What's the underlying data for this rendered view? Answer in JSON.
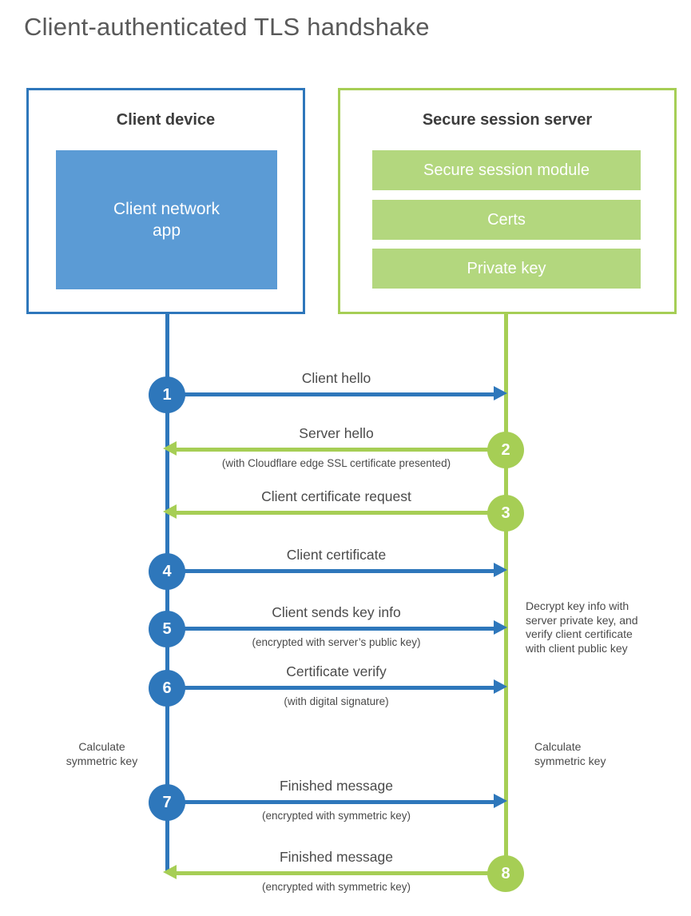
{
  "title": "Client-authenticated TLS handshake",
  "colors": {
    "client_accent": "#2e77bb",
    "client_fill": "#5b9bd5",
    "server_accent": "#a6ce55",
    "server_fill": "#b3d77e",
    "text_dark": "#3d3d3d",
    "text_label": "#4a4a4a"
  },
  "client": {
    "title": "Client device",
    "app_label": "Client network app"
  },
  "server": {
    "title": "Secure session server",
    "modules": [
      "Secure session module",
      "Certs",
      "Private key"
    ]
  },
  "messages": [
    {
      "step": "1",
      "label": "Client hello",
      "sublabel": "",
      "direction": "client-to-server",
      "color": "blue"
    },
    {
      "step": "2",
      "label": "Server hello",
      "sublabel": "(with Cloudflare edge SSL certificate presented)",
      "direction": "server-to-client",
      "color": "green"
    },
    {
      "step": "3",
      "label": "Client certificate request",
      "sublabel": "",
      "direction": "server-to-client",
      "color": "green"
    },
    {
      "step": "4",
      "label": "Client certificate",
      "sublabel": "",
      "direction": "client-to-server",
      "color": "blue"
    },
    {
      "step": "5",
      "label": "Client sends key info",
      "sublabel": "(encrypted with server’s public key)",
      "direction": "client-to-server",
      "color": "blue"
    },
    {
      "step": "6",
      "label": "Certificate verify",
      "sublabel": "(with digital signature)",
      "direction": "client-to-server",
      "color": "blue"
    },
    {
      "step": "7",
      "label": "Finished message",
      "sublabel": "(encrypted with symmetric key)",
      "direction": "client-to-server",
      "color": "blue"
    },
    {
      "step": "8",
      "label": "Finished message",
      "sublabel": "(encrypted with symmetric key)",
      "direction": "server-to-client",
      "color": "green"
    }
  ],
  "notes": {
    "decrypt": "Decrypt key info with\nserver private key, and\nverify client certificate\nwith client public key",
    "calculate_left": "Calculate\nsymmetric key",
    "calculate_right": "Calculate\nsymmetric key"
  }
}
